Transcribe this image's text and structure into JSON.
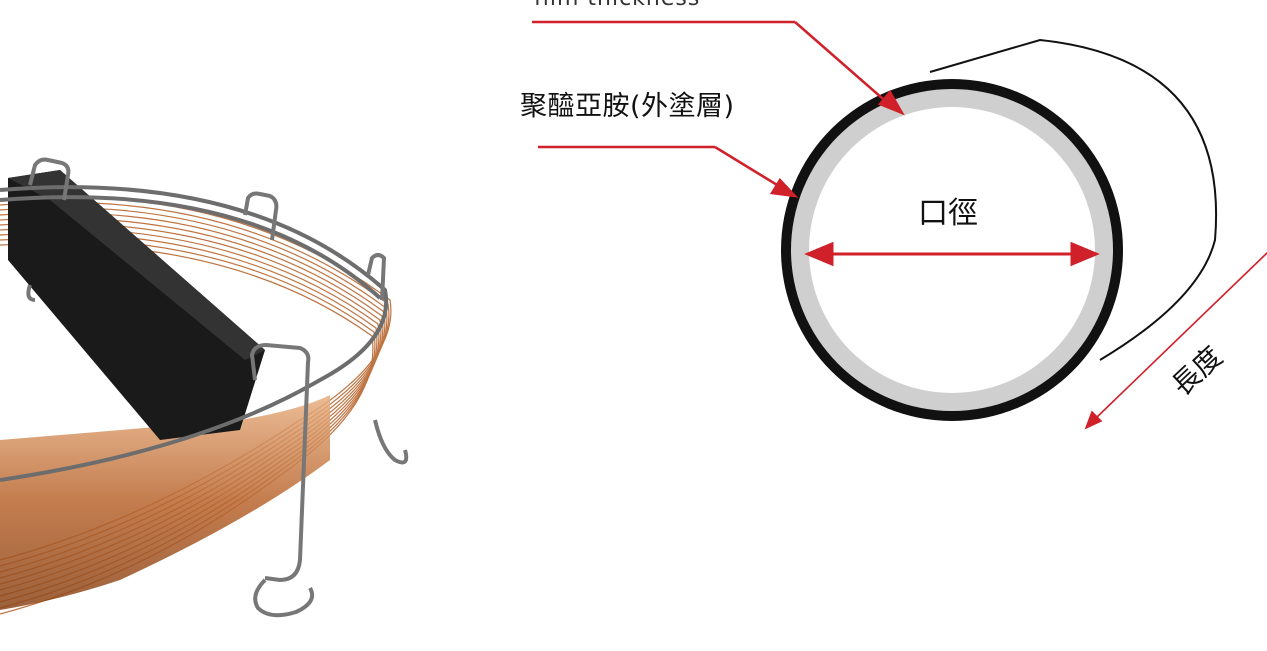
{
  "labels": {
    "coating": "聚醯亞胺(外塗層)",
    "diameter": "口徑",
    "length": "長度",
    "top_cut": "film thickness"
  },
  "colors": {
    "arrow": "#d0202a",
    "tube_outer": "#111111",
    "tube_inner_ring": "#cfcfcf",
    "coil_copper": "#b8652e",
    "frame_metal": "#6d6d6d",
    "spider_black": "#1a1a1a"
  },
  "icons": {
    "photo": "capillary-column-coil-icon"
  }
}
